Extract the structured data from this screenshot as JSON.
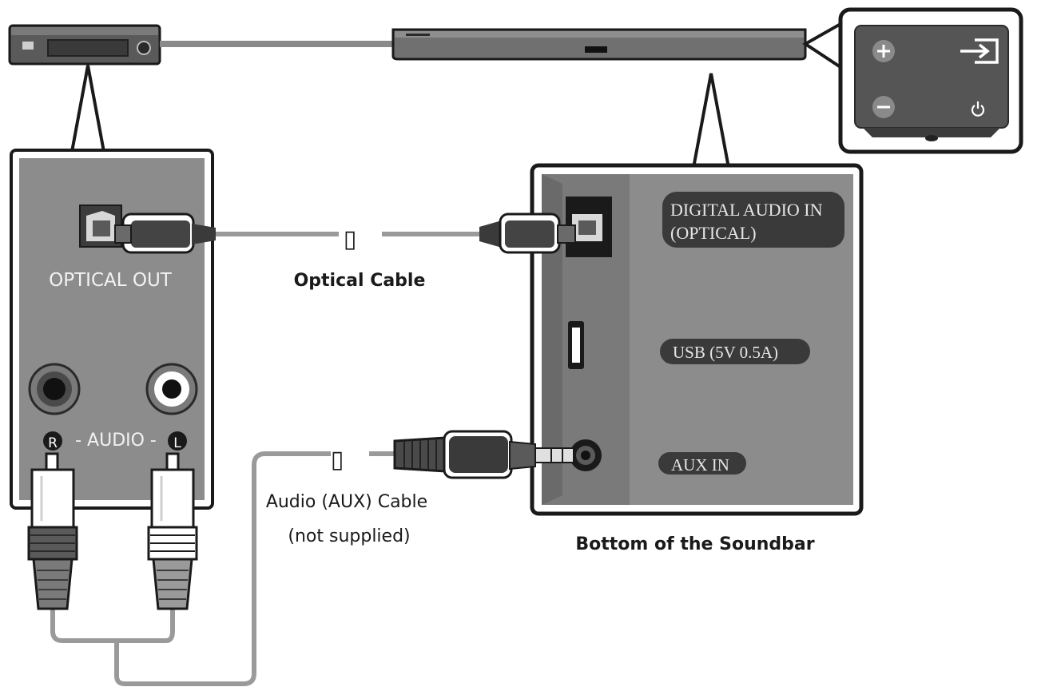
{
  "source_panel": {
    "optical_out_label": "OPTICAL OUT",
    "audio_prefix": "- AUDIO -",
    "right_badge": "R",
    "left_badge": "L"
  },
  "cables": {
    "optical_label": "Optical Cable",
    "aux_label": "Audio (AUX) Cable",
    "aux_note": "(not supplied)",
    "gap_glyph": "▯"
  },
  "soundbar_panel": {
    "digital_audio_in_line1": "DIGITAL AUDIO IN",
    "digital_audio_in_line2": "(OPTICAL)",
    "usb_label": "USB (5V 0.5A)",
    "aux_in_label": "AUX IN",
    "caption": "Bottom of the Soundbar"
  },
  "colors": {
    "panel_gray": "#8c8c8c",
    "panel_dark": "#555555",
    "cable_gray": "#9a9a9a",
    "outline": "#1a1a1a"
  }
}
